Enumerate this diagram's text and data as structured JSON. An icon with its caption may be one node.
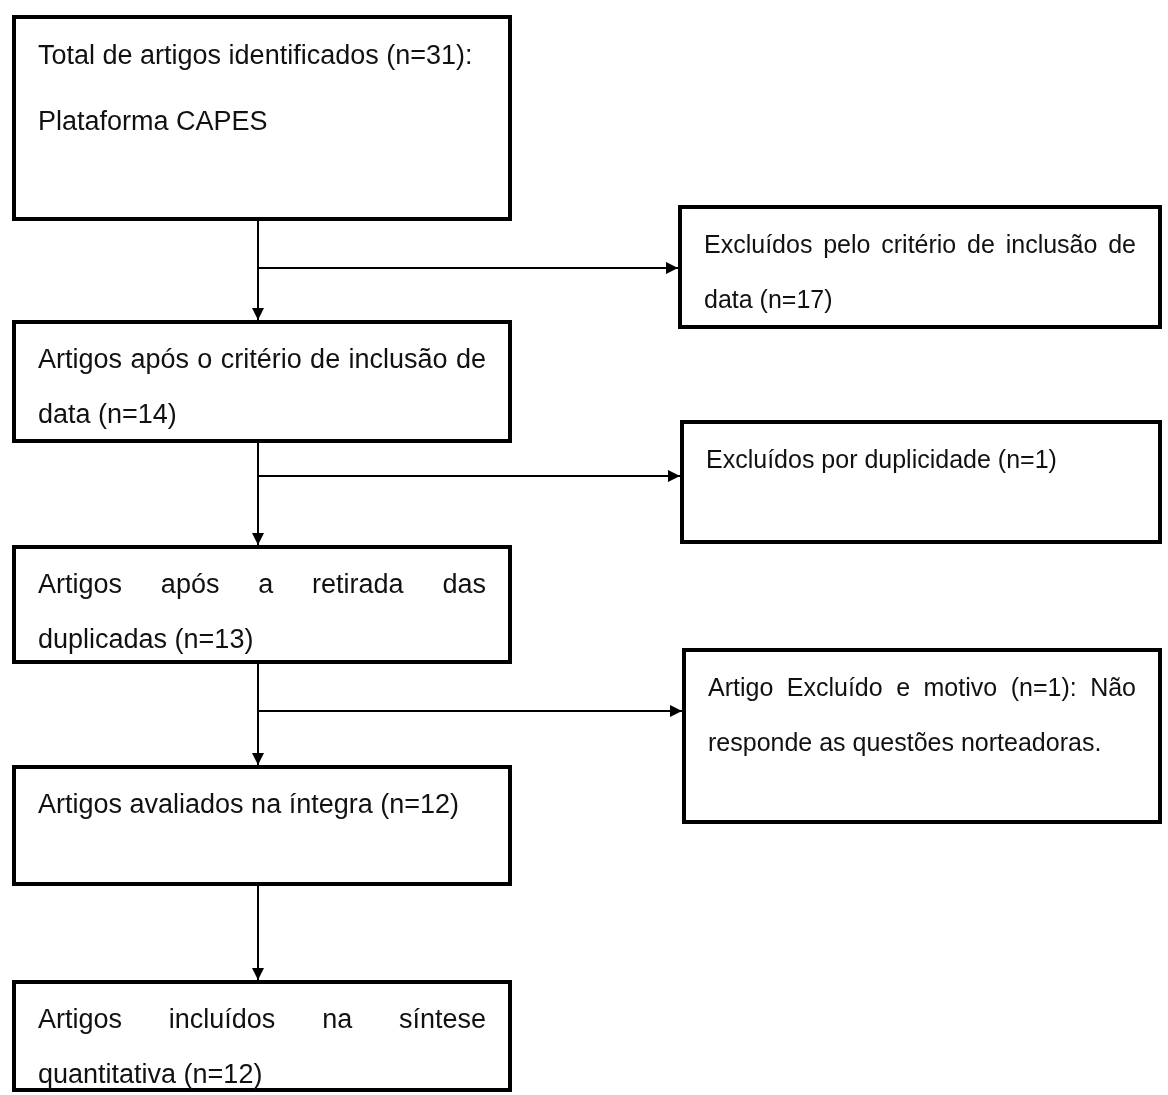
{
  "diagram": {
    "nodes": [
      {
        "text": [
          "Total de artigos identificados (n=31):",
          "Plataforma CAPES"
        ]
      },
      {
        "text": [
          "Excluídos pelo critério de inclusão de data (n=17)"
        ]
      },
      {
        "text": [
          "Artigos após o critério de inclusão de data (n=14)"
        ]
      },
      {
        "text": [
          "Excluídos por duplicidade (n=1)"
        ]
      },
      {
        "text": [
          "Artigos após a retirada das duplicadas (n=13)"
        ]
      },
      {
        "text": [
          "Artigo Excluído e motivo (n=1): Não responde as questões norteadoras."
        ]
      },
      {
        "text": [
          "Artigos avaliados na íntegra (n=12)"
        ]
      },
      {
        "text": [
          "Artigos incluídos na síntese quantitativa (n=12)"
        ]
      }
    ],
    "edges": [
      {
        "from": 0,
        "to": 2,
        "arrow": "to"
      },
      {
        "from": 0,
        "to": 1,
        "arrow": "to"
      },
      {
        "from": 2,
        "to": 4,
        "arrow": "to"
      },
      {
        "from": 2,
        "to": 3,
        "arrow": "to"
      },
      {
        "from": 4,
        "to": 6,
        "arrow": "to"
      },
      {
        "from": 4,
        "to": 5,
        "arrow": "to"
      },
      {
        "from": 6,
        "to": 7,
        "arrow": "to"
      }
    ]
  }
}
